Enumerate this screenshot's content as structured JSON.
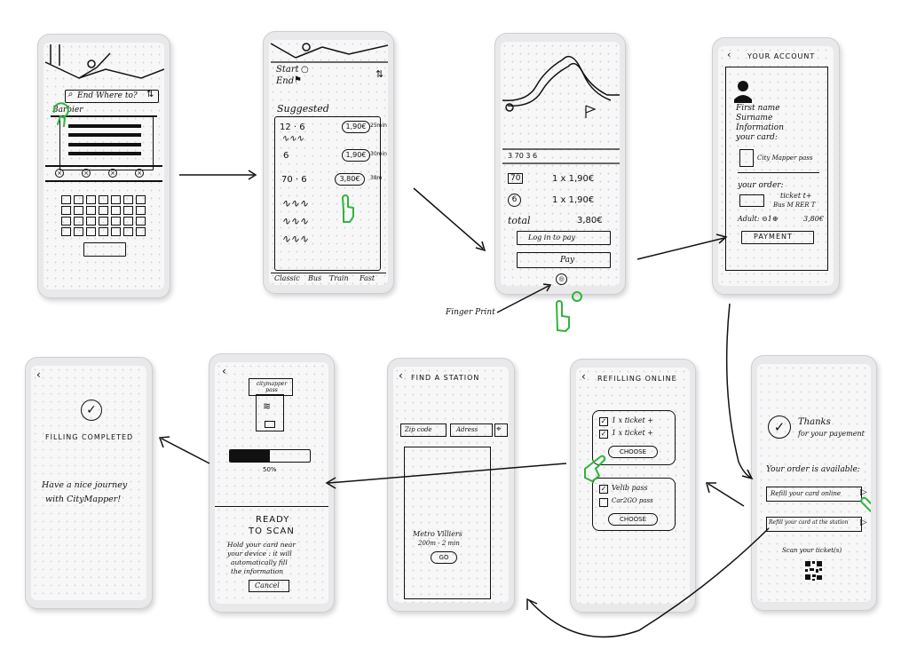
{
  "screens": {
    "s1": {
      "search_label": "End  Where to?",
      "result_label": "Barbier"
    },
    "s2": {
      "start_label": "Start",
      "end_label": "End",
      "suggested_title": "Suggested",
      "routes": [
        {
          "lines": "12 · 6",
          "price": "1,90€",
          "dur": "25min"
        },
        {
          "lines": "6",
          "price": "1,90€",
          "dur": "30min"
        },
        {
          "lines": "70 · 6",
          "price": "3,80€",
          "dur": "38m"
        }
      ],
      "tabs": [
        "Classic",
        "Bus",
        "Train",
        "Fast"
      ]
    },
    "s3": {
      "strip": "3 70 3 6",
      "row1_badge": "70",
      "row1_price": "1 x 1,90€",
      "row2_badge": "6",
      "row2_price": "1 x 1,90€",
      "total_label": "total",
      "total_value": "3,80€",
      "login_button": "Log in to pay",
      "pay_button": "Pay",
      "annotation": "Finger Print"
    },
    "s4": {
      "title": "YOUR ACCOUNT",
      "info": [
        "First name",
        "Surname",
        "Information",
        "your card:"
      ],
      "card_label": "City Mapper pass",
      "order_title": "your order:",
      "order_item1": "ticket t+",
      "order_item2": "Bus M RER T",
      "adult": "Adult: ⊝1⊕",
      "adult_price": "3,80€",
      "payment_button": "PAYMENT"
    },
    "s5": {
      "thanks_line1": "Thanks",
      "thanks_line2": "for your payement",
      "available": "Your order is available:",
      "refill_online": "Refill your card online",
      "refill_station": "Refill your card at the station",
      "scan": "Scan your ticket(s)"
    },
    "s6": {
      "title": "REFILLING ONLINE",
      "ticket1": "1 x ticket +",
      "ticket2": "1 x ticket +",
      "choose1": "CHOOSE",
      "pass1": "Velib pass",
      "pass2": "Car2GO pass",
      "choose2": "CHOOSE"
    },
    "s7": {
      "title": "FIND A STATION",
      "zip": "Zip code",
      "address": "Adress",
      "station_name": "Metro Villiers",
      "station_info": "200m - 2 min",
      "go_button": "GO"
    },
    "s8": {
      "card_title": "citymapper pass",
      "progress": 0.5,
      "progress_label": "50%",
      "ready1": "READY",
      "ready2": "TO SCAN",
      "instructions": [
        "Hold your card near",
        "your device : it will",
        "automatically fill",
        "the information"
      ],
      "cancel_button": "Cancel"
    },
    "s9": {
      "completed": "FILLING COMPLETED",
      "message1": "Have a nice journey",
      "message2": "with CityMapper!"
    }
  },
  "colors": {
    "ink": "#111111",
    "finger": "#2fb53a",
    "paper": "#f7f7f8",
    "frame": "#e9e8ea"
  },
  "icons": [
    "search-icon",
    "swap-icon",
    "flag-icon",
    "check-icon",
    "fingerprint-icon",
    "apple-icon",
    "target-icon",
    "qr-code-icon",
    "nfc-icon",
    "back-icon",
    "person-icon"
  ]
}
